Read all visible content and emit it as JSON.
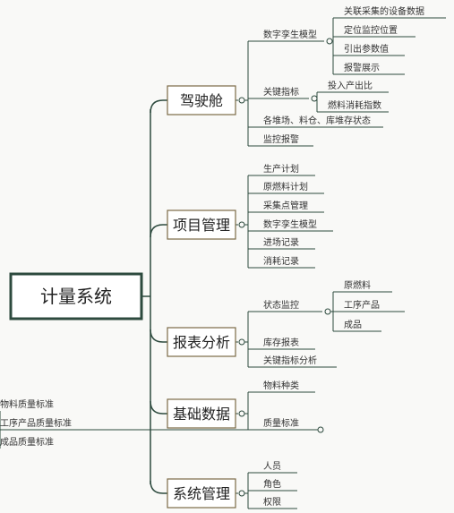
{
  "root": "计量系统",
  "branches": [
    {
      "label": "驾驶舱",
      "children": [
        {
          "label": "数字孪生模型",
          "children": [
            "关联采集的设备数据",
            "定位监控位置",
            "引出参数值",
            "报警展示"
          ]
        },
        {
          "label": "关键指标",
          "children": [
            "投入产出比",
            "燃料消耗指数"
          ]
        },
        {
          "label": "各堆场、料仓、库堆存状态"
        },
        {
          "label": "监控报警"
        }
      ]
    },
    {
      "label": "项目管理",
      "children": [
        {
          "label": "生产计划"
        },
        {
          "label": "原燃料计划"
        },
        {
          "label": "采集点管理"
        },
        {
          "label": "数字孪生模型"
        },
        {
          "label": "进场记录"
        },
        {
          "label": "消耗记录"
        }
      ]
    },
    {
      "label": "报表分析",
      "children": [
        {
          "label": "状态监控",
          "children": [
            "原燃料",
            "工序产品",
            "成品"
          ]
        },
        {
          "label": "库存报表"
        },
        {
          "label": "关键指标分析"
        }
      ]
    },
    {
      "label": "基础数据",
      "children": [
        {
          "label": "物料种类"
        },
        {
          "label": "质量标准",
          "children": [
            "物料质量标准",
            "工序产品质量标准",
            "成品质量标准"
          ]
        }
      ]
    },
    {
      "label": "系统管理",
      "children": [
        {
          "label": "人员"
        },
        {
          "label": "角色"
        },
        {
          "label": "权限"
        }
      ]
    }
  ]
}
